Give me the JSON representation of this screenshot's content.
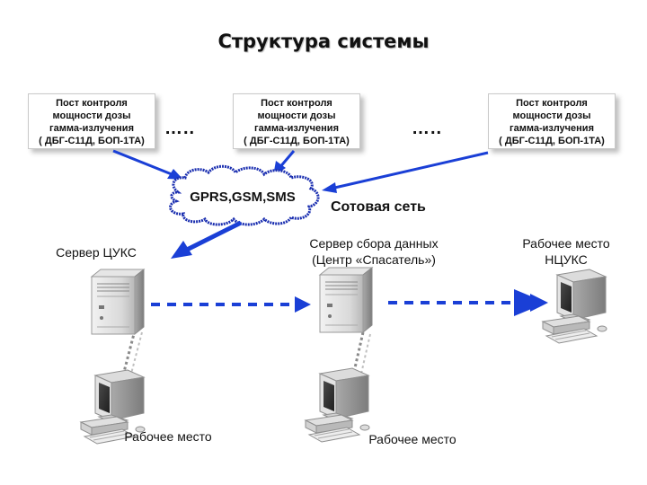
{
  "title": "Структура системы",
  "posts": [
    {
      "lines": [
        "Пост контроля",
        "мощности дозы",
        "гамма-излучения",
        "( ДБГ-С11Д, БОП-1ТА)"
      ]
    },
    {
      "lines": [
        "Пост контроля",
        "мощности дозы",
        "гамма-излучения",
        "( ДБГ-С11Д, БОП-1ТА)"
      ]
    },
    {
      "lines": [
        "Пост контроля",
        "мощности дозы",
        "гамма-излучения",
        "( ДБГ-С11Д, БОП-1ТА)"
      ]
    }
  ],
  "dots": [
    "…..",
    "….."
  ],
  "cloud_label": "GPRS,GSM,SMS",
  "cellular_label": "Сотовая сеть",
  "server_left": "Сервер ЦУКС",
  "server_center": [
    "Сервер сбора данных",
    "(Центр «Спасатель»)"
  ],
  "workplace_right": [
    "Рабочее место",
    "НЦУКС"
  ],
  "workplace_left": "Рабочее место",
  "workplace_center": "Рабочее место",
  "colors": {
    "arrow": "#1a3fd6",
    "cloud_edge": "#1b2fb0",
    "dashed": "#8a8a8a"
  }
}
